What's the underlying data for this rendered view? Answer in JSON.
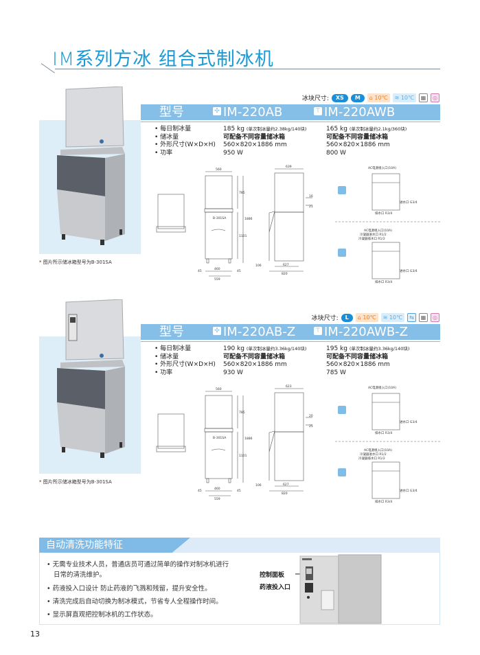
{
  "page_title": "IM系列方冰  组合式制冰机",
  "page_number": "13",
  "colors": {
    "accent": "#1a9ad6",
    "header_bar": "#85bfe8",
    "panel_bg": "#ddeef9"
  },
  "sections": [
    {
      "ice_size_label": "冰块尺寸:",
      "ice_sizes": [
        "XS",
        "M"
      ],
      "temp_air": "10℃",
      "temp_water": "10℃",
      "header_label": "型号",
      "model_air": "IM-220AB",
      "model_water": "IM-220AWB",
      "photo_caption": "* 图片所示储冰箱型号为B-301SA",
      "bin_label": "B-301SA",
      "spec_labels": [
        "• 每日制冰量",
        "• 储冰量",
        "• 外形尺寸(W×D×H)",
        "• 功率"
      ],
      "air_specs": {
        "daily": "185 kg",
        "daily_note": "(单次制冰量约2.38kg/140块)",
        "storage": "可配备不同容量储冰箱",
        "size": "560×820×1886 mm",
        "power": "950 W"
      },
      "water_specs": {
        "daily": "165 kg",
        "daily_note": "(单次制冰量约2.1kg/360块)",
        "storage": "可配备不同容量储冰箱",
        "size": "560×820×1886 mm",
        "power": "800 W"
      },
      "dims": {
        "w": "560",
        "d": "639",
        "h_top": "785",
        "h_total": "1886",
        "h_bin": "1101",
        "feet": "460",
        "base": "559",
        "side45": "45",
        "side_a": "16",
        "side_b": "21",
        "depth": "627",
        "depth_total": "820",
        "offset": "106"
      },
      "pipe_labels": {
        "air_inlet": "AC电源接入口(10A)",
        "water_in": "进水口 G3/4",
        "drain": "排水口 R3/4",
        "cool_in": "冷凝器进水口 R1/2",
        "cool_out": "冷凝器排水口 R1/2"
      }
    },
    {
      "ice_size_label": "冰块尺寸:",
      "ice_sizes": [
        "L"
      ],
      "temp_air": "10℃",
      "temp_water": "10℃",
      "header_label": "型号",
      "model_air": "IM-220AB-Z",
      "model_water": "IM-220AWB-Z",
      "photo_caption": "* 图片所示储冰箱型号为B-301SA",
      "bin_label": "B-301SA",
      "spec_labels": [
        "• 每日制冰量",
        "• 储冰量",
        "• 外形尺寸(W×D×H)",
        "• 功率"
      ],
      "air_specs": {
        "daily": "190 kg",
        "daily_note": "(单次制冰量约3.36kg/140块)",
        "storage": "可配备不同容量储冰箱",
        "size": "560×820×1886 mm",
        "power": "930 W"
      },
      "water_specs": {
        "daily": "195 kg",
        "daily_note": "(单次制冰量约3.36kg/140块)",
        "storage": "可配备不同容量储冰箱",
        "size": "560×820×1886 mm",
        "power": "785 W"
      },
      "dims": {
        "w": "560",
        "d": "623",
        "h_top": "785",
        "h_total": "1886",
        "h_bin": "1101",
        "feet": "460",
        "base": "559",
        "side45": "45",
        "side_a": "20",
        "side_b": "25",
        "depth": "627",
        "depth_total": "820",
        "offset": "106"
      },
      "pipe_labels": {
        "air_inlet": "AC电源接入口(10A)",
        "water_in": "进水口 G3/4",
        "drain": "排水口 R3/4",
        "cool_in": "冷凝器进水口 R1/2",
        "cool_out": "冷凝器排水口 R1/2"
      }
    }
  ],
  "features": {
    "title": "自动清洗功能特征",
    "bullets": [
      "• 无需专业技术人员，普通店员可通过简单的操作对制冰机进行",
      "日常的清洗维护。",
      "• 药液投入口设计 防止药液的飞溅和残留，提升安全性。",
      "• 清洗完成后自动切换为制冰模式，节省专人全程操作时间。",
      "• 显示屏直观把控制冰机的工作状态。"
    ],
    "label_panel": "控制面板",
    "label_inlet": "药液投入口"
  }
}
